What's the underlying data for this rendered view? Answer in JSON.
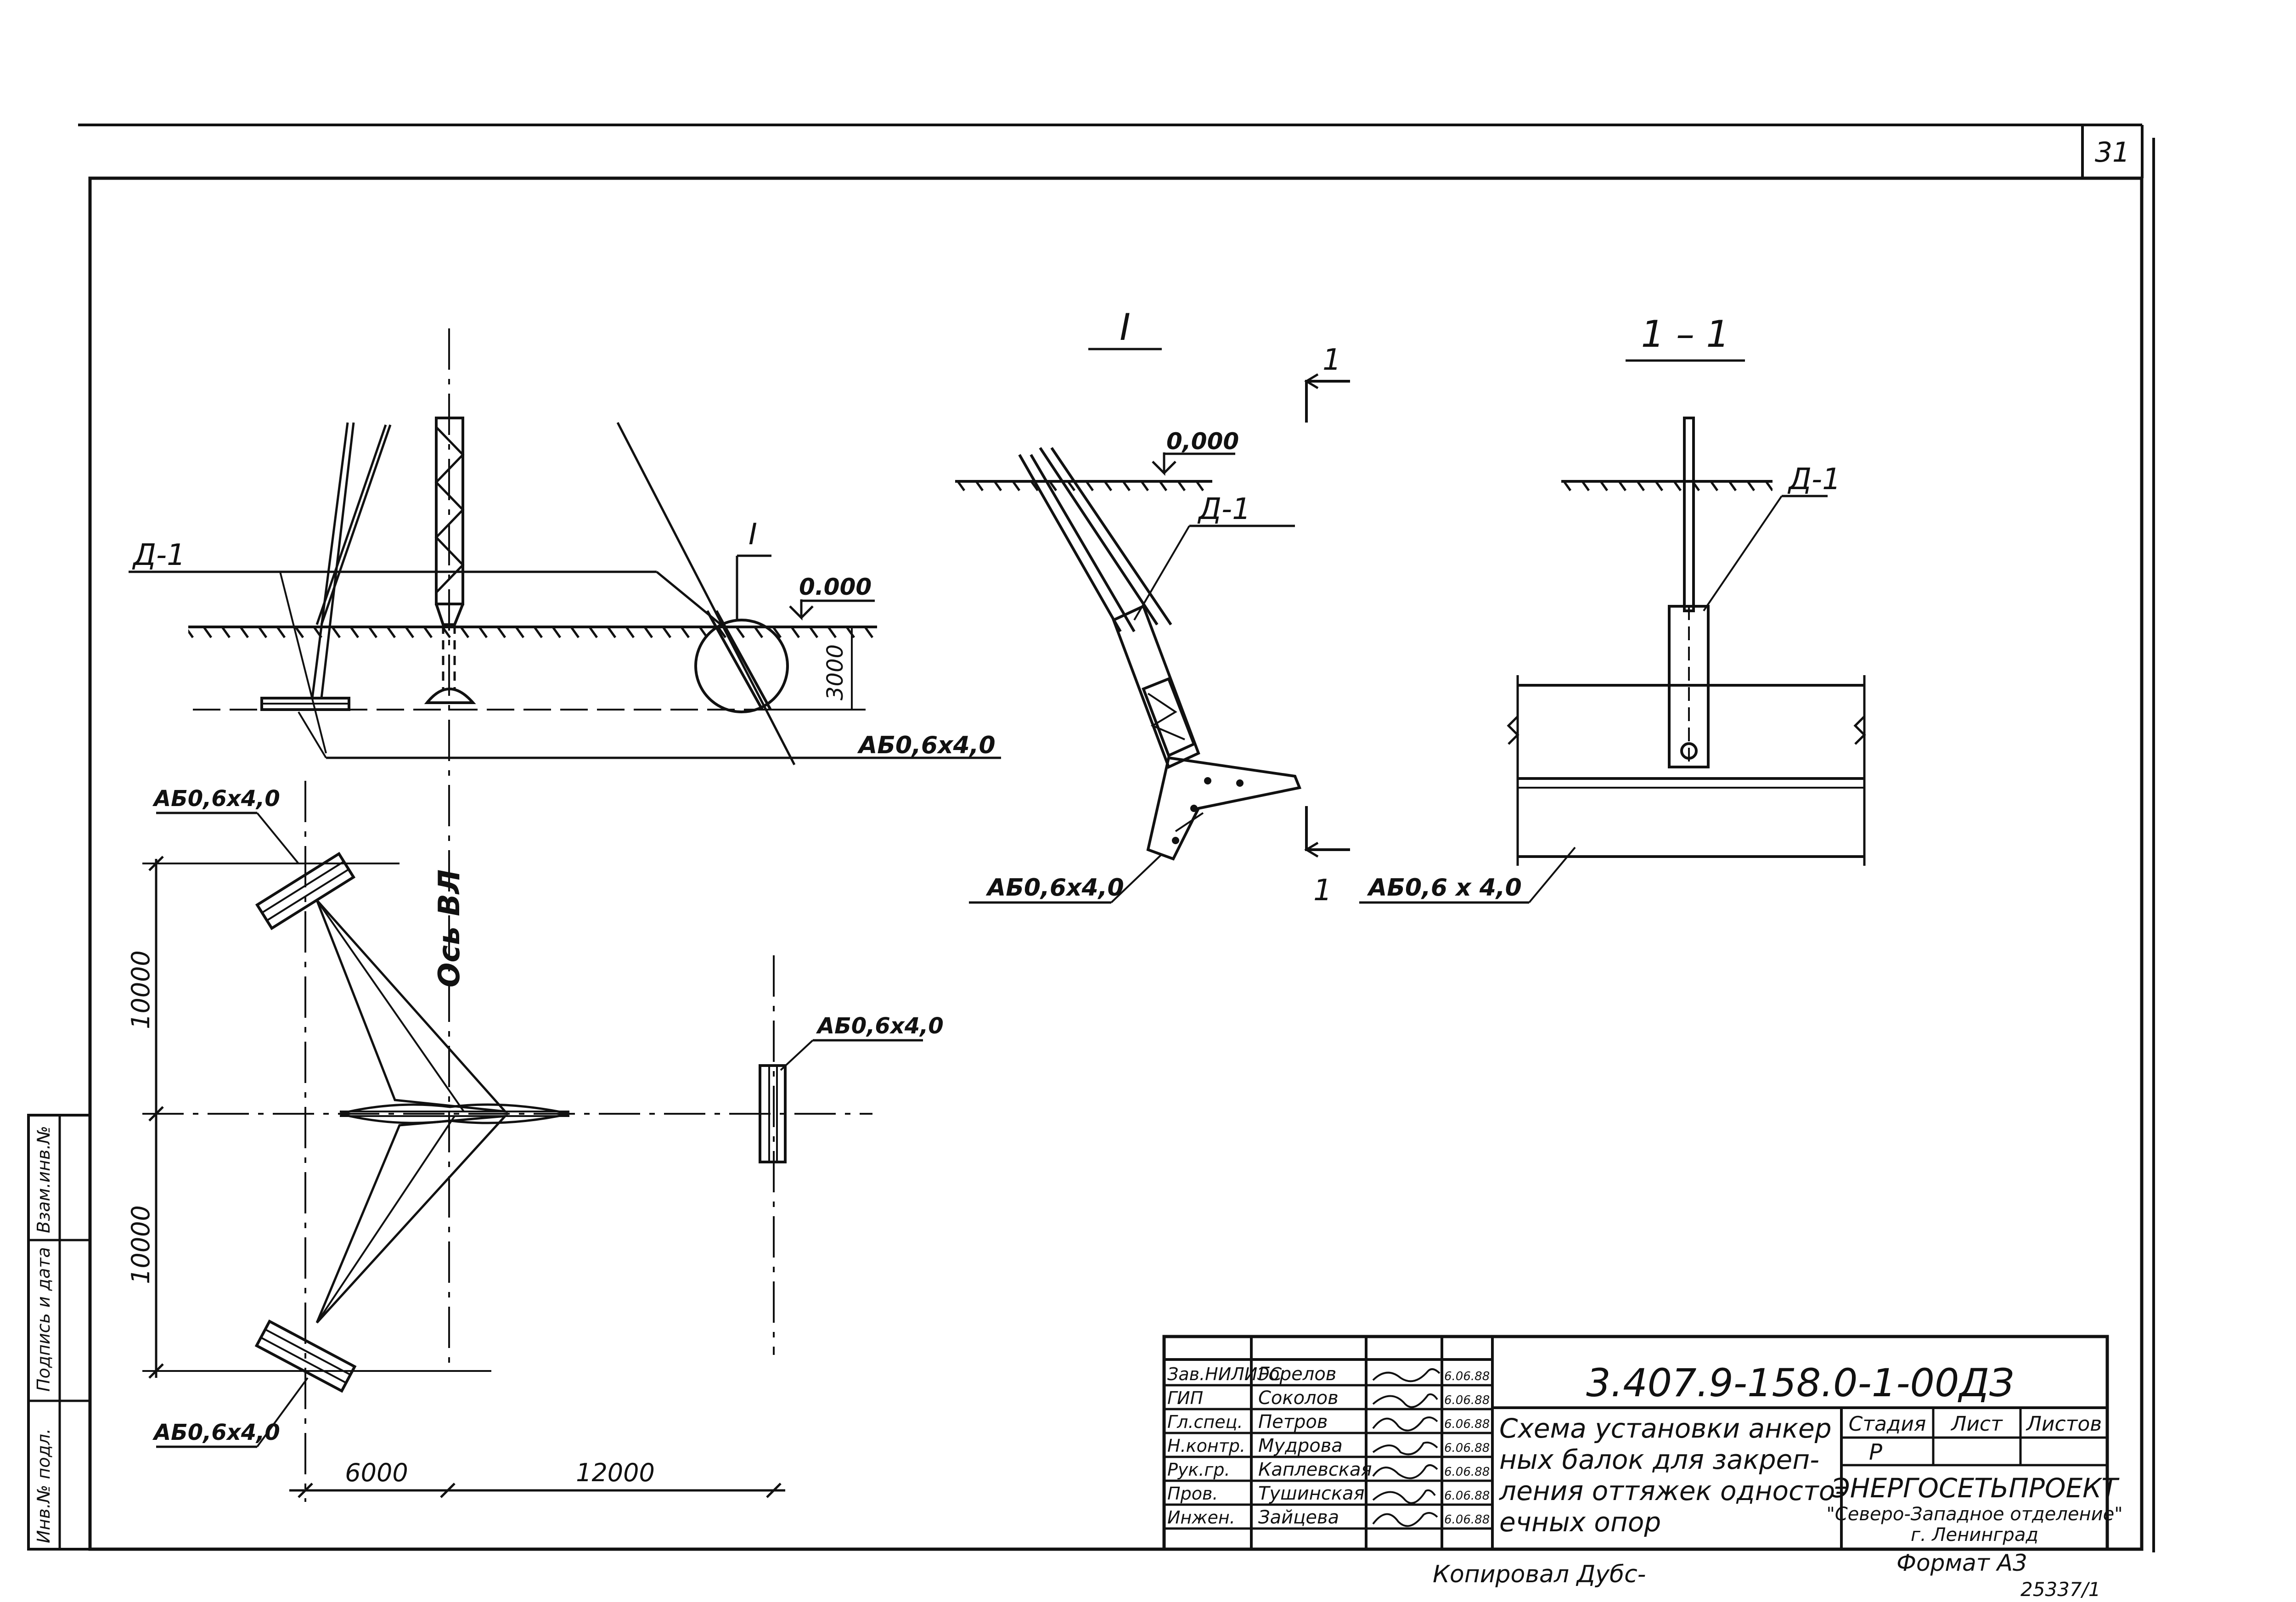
{
  "sheet": {
    "page_number": "31",
    "format_note": "Формат А3",
    "copied_note": "Копировал Дубс-",
    "archive_number": "25337/1"
  },
  "side_stamp": {
    "cells": [
      "Инв.№ подл.",
      "Подпись и дата",
      "Взам.инв.№"
    ]
  },
  "drawing": {
    "main_view": {
      "label_d1": "Д-1",
      "label_view_I": "I",
      "level": "0.000",
      "depth": "3000",
      "beam_label": "АБ0,6х4,0"
    },
    "plan_view": {
      "axis_label": "Ось ВЛ",
      "dim_vertical": [
        "10000",
        "10000"
      ],
      "dim_horizontal": [
        "6000",
        "12000"
      ],
      "beam_labels": [
        "АБ0,6х4,0",
        "АБ0,6х4,0",
        "АБ0,6х4,0"
      ]
    },
    "detail_I": {
      "title": "I",
      "level": "0,000",
      "label_d1": "Д-1",
      "beam_label": "АБ0,6х4,0",
      "section_mark": "1"
    },
    "section_1_1": {
      "title": "1 – 1",
      "label_d1": "Д-1",
      "beam_label": "АБ0,6 х 4,0"
    }
  },
  "title_block": {
    "document_code": "3.407.9-158.0-1-00ДЗ",
    "title_lines": [
      "Схема установки анкер",
      "ных балок для закреп-",
      "ления оттяжек односто-",
      "ечных опор"
    ],
    "stage_header": "Стадия",
    "sheet_header": "Лист",
    "sheets_header": "Листов",
    "stage_value": "Р",
    "org_name": "ЭНЕРГОСЕТЬПРОЕКТ",
    "org_branch": "\"Северо-Западное отделение\"",
    "org_city": "г. Ленинград",
    "signatures": [
      {
        "role": "Зав.НИЛИЭС",
        "name": "Горелов",
        "date": "6.06.88"
      },
      {
        "role": "ГИП",
        "name": "Соколов",
        "date": "6.06.88"
      },
      {
        "role": "Гл.спец.",
        "name": "Петров",
        "date": "6.06.88"
      },
      {
        "role": "Н.контр.",
        "name": "Мудрова",
        "date": "6.06.88"
      },
      {
        "role": "Рук.гр.",
        "name": "Каплевская",
        "date": "6.06.88"
      },
      {
        "role": "Пров.",
        "name": "Тушинская",
        "date": "6.06.88"
      },
      {
        "role": "Инжен.",
        "name": "Зайцева",
        "date": "6.06.88"
      }
    ]
  }
}
